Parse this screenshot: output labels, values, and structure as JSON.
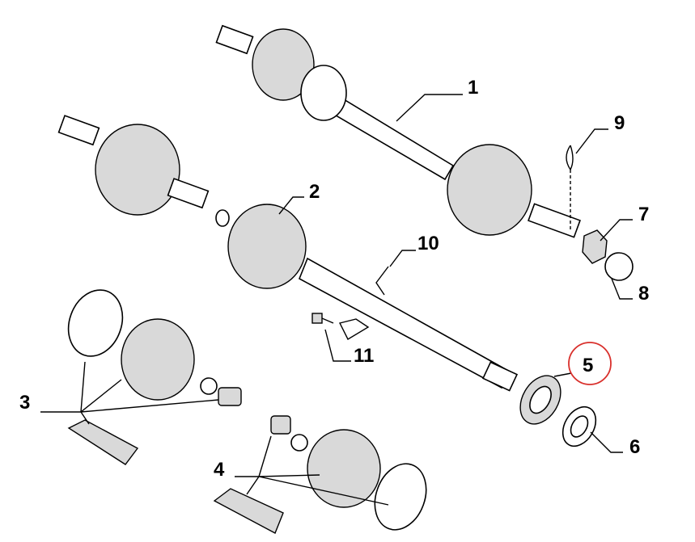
{
  "diagram": {
    "labels": {
      "p1": "1",
      "p2": "2",
      "p3": "3",
      "p4": "4",
      "p5": "5",
      "p6": "6",
      "p7": "7",
      "p8": "8",
      "p9": "9",
      "p10": "10",
      "p11": "11"
    },
    "highlight_color": "#d9302c"
  }
}
